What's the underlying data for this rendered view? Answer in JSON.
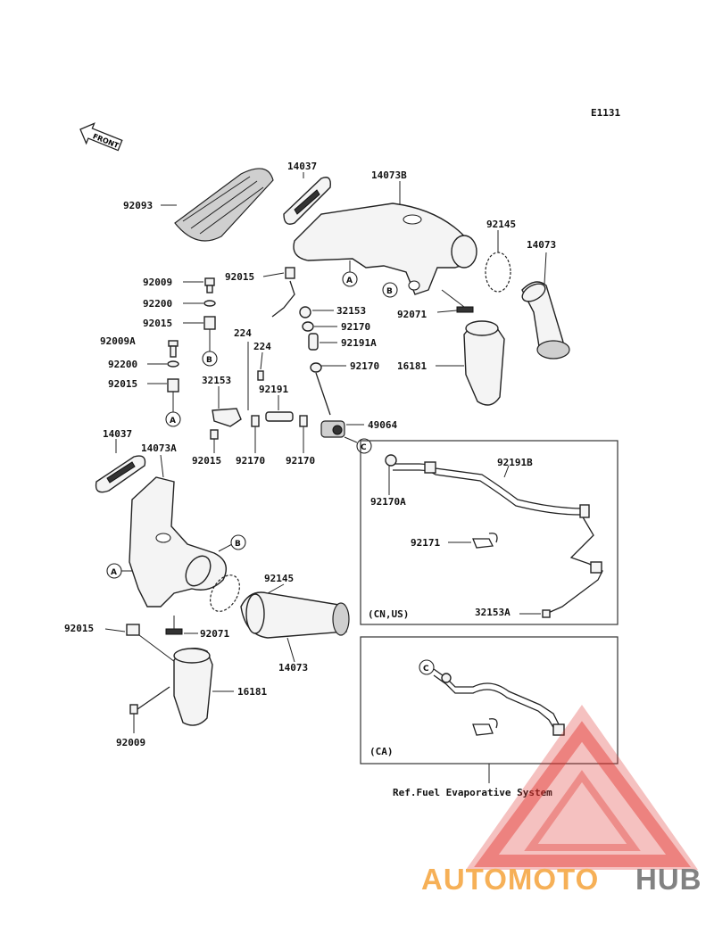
{
  "diagram_code": "E1131",
  "front_label": "FRONT",
  "callouts": [
    "A",
    "B",
    "C"
  ],
  "part_labels": {
    "p14037_top": "14037",
    "p14073B": "14073B",
    "p92093": "92093",
    "p92145_top": "92145",
    "p14073_top": "14073",
    "p92009_top": "92009",
    "p92015_top": "92015",
    "p92200_top": "92200",
    "p32153_top": "32153",
    "p92015_mid": "92015",
    "p92170_a": "92170",
    "p224_a": "224",
    "p92009A": "92009A",
    "p92191A": "92191A",
    "p224_b": "224",
    "p92071_top": "92071",
    "p92200_mid": "92200",
    "p92170_b": "92170",
    "p16181_top": "16181",
    "p92015_left": "92015",
    "p32153_left": "32153",
    "p92191": "92191",
    "p49064": "49064",
    "p14037_bot": "14037",
    "p14073A": "14073A",
    "p92015_under": "92015",
    "p92170_c": "92170",
    "p92170_d": "92170",
    "p92191B": "92191B",
    "p92170A": "92170A",
    "p92171": "92171",
    "p92145_bot": "92145",
    "p92015_low": "92015",
    "p92071_bot": "92071",
    "p14073_bot": "14073",
    "p16181_bot": "16181",
    "p92009_bot": "92009",
    "p32153A": "32153A"
  },
  "inset_cn_us": {
    "region": "(CN,US)"
  },
  "inset_ca": {
    "region": "(CA)"
  },
  "reference_note": "Ref.Fuel Evaporative System",
  "watermark": {
    "part1": "AUTOMOTO",
    "part2": "HUB",
    "color_orange": "#f5a33a",
    "color_red": "#e0302a",
    "color_gray": "#6d6d6d"
  }
}
